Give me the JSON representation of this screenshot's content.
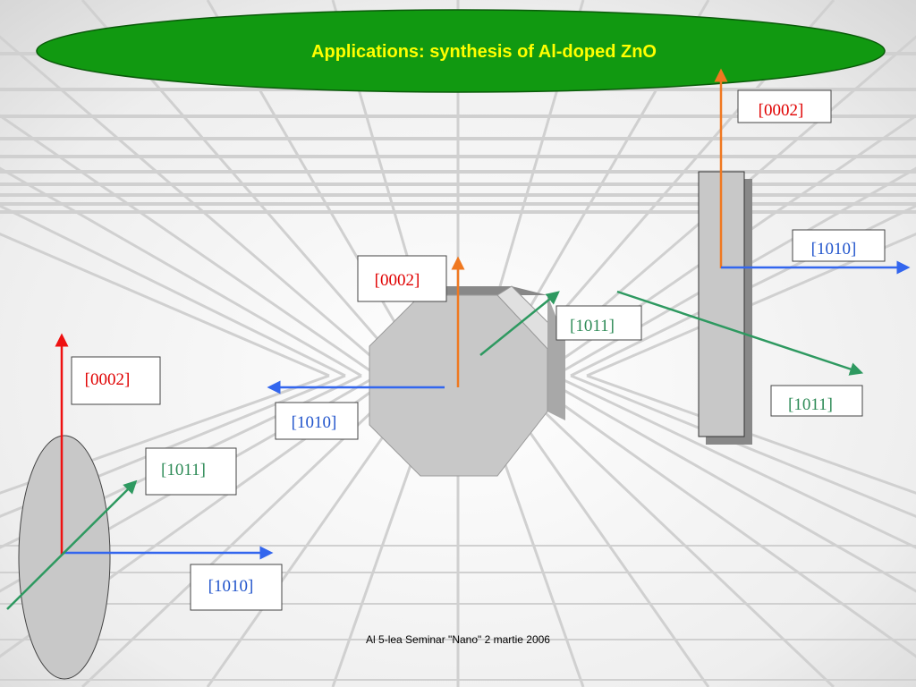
{
  "title": "Applications: synthesis of Al-doped ZnO",
  "footer": "Al 5-lea Seminar \"Nano\" 2 martie 2006",
  "colors": {
    "title_ellipse_fill": "#119911",
    "title_text": "#ffff00",
    "label_0002": "#e00000",
    "label_1010": "#2255cc",
    "label_1011": "#2e8b57",
    "arrow_0002_red": "#ee1111",
    "arrow_0002_orange": "#f07820",
    "arrow_1010": "#3366ee",
    "arrow_1011": "#2e9960",
    "crystal_fill": "#c8c8c8"
  },
  "labels": {
    "disc_0002": "[0002]",
    "disc_1011": "[1011]",
    "disc_1010": "[1010]",
    "octagon_0002": "[0002]",
    "octagon_1010": "[1010]",
    "octagon_1011": "[1011]",
    "rod_0002": "[0002]",
    "rod_1010": "[1010]",
    "rod_1011": "[1011]"
  }
}
